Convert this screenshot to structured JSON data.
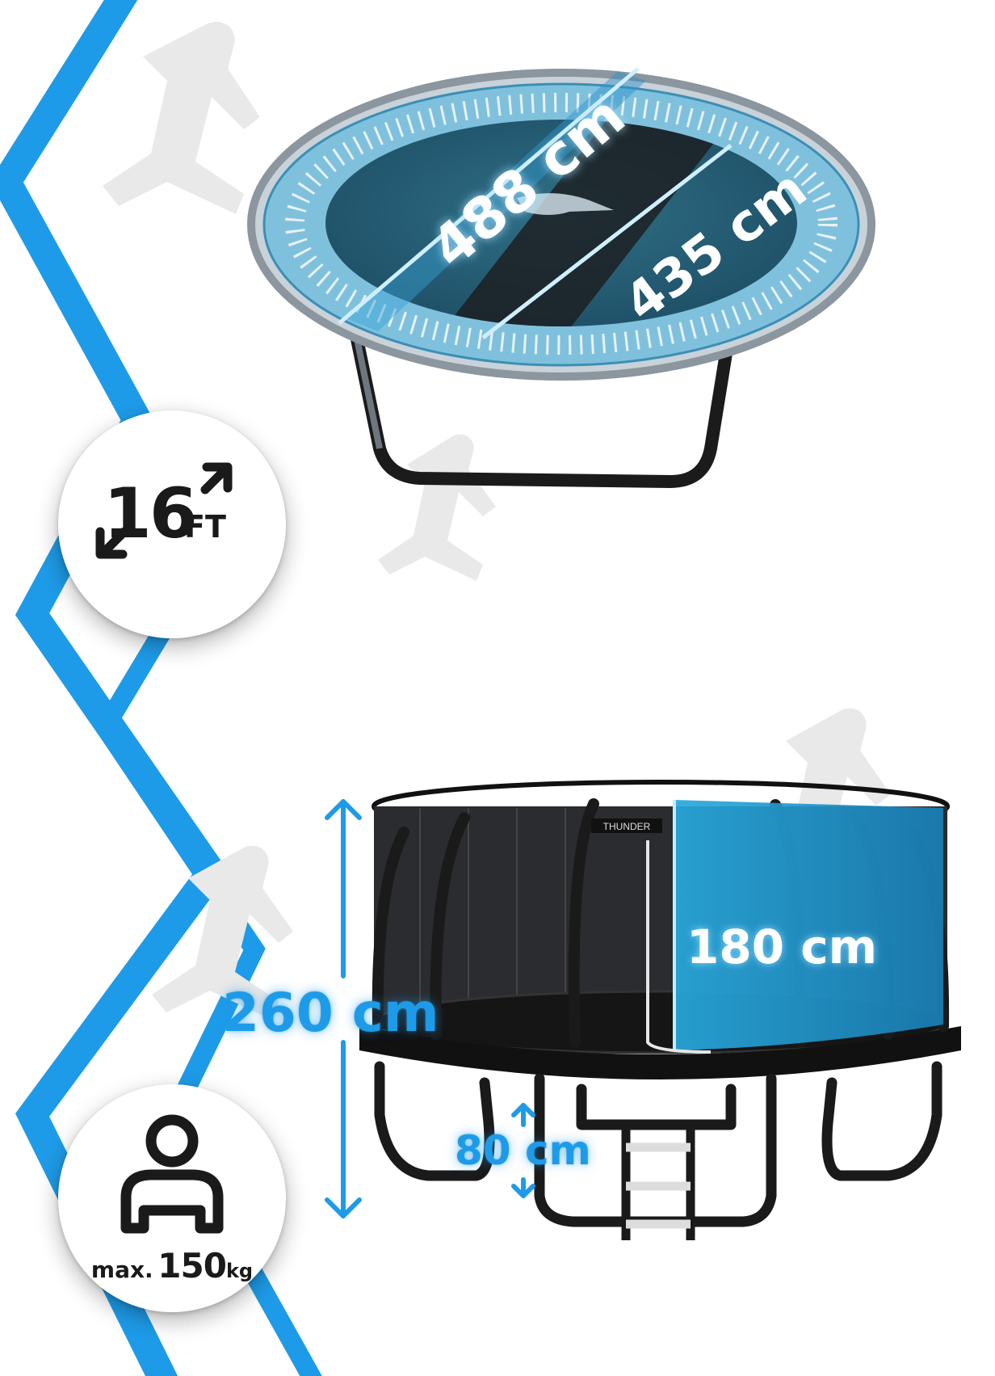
{
  "size_badge": {
    "number": "16",
    "unit": "FT",
    "icon": "diagonal-resize-arrows-icon"
  },
  "weight_badge": {
    "prefix": "max.",
    "number": "150",
    "unit": "kg",
    "icon": "person-icon"
  },
  "top_view": {
    "outer_diameter": "488 cm",
    "jump_surface": "435 cm"
  },
  "side_view": {
    "total_height": "260 cm",
    "net_height": "180 cm",
    "frame_height": "80 cm",
    "brand": "THUNDER"
  },
  "colors": {
    "accent": "#1e9be8",
    "dark": "#1a1a1a",
    "mat_teal": "#3a8aa6",
    "frame_grey": "#a9b4bc"
  }
}
